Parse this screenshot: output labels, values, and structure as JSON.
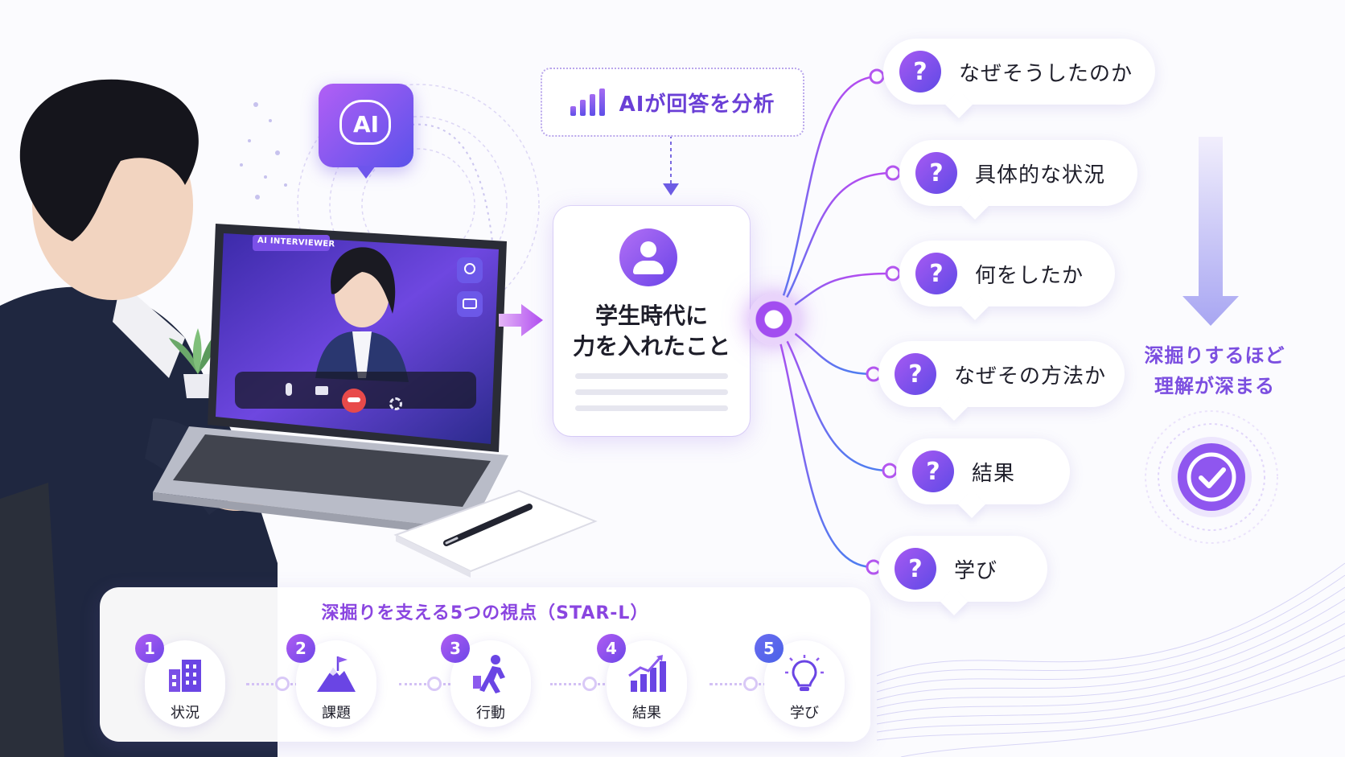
{
  "analysis": {
    "label": "AIが回答を分析",
    "icon": "bar-chart-icon"
  },
  "ai_badge": {
    "text": "AI",
    "icon": "ai-brain-icon"
  },
  "laptop": {
    "tag": "AI INTERVIEWER",
    "controls": [
      "microphone-icon",
      "camera-icon",
      "hang-up-icon",
      "settings-icon"
    ],
    "side_icons": [
      "user-icon",
      "chat-icon"
    ]
  },
  "center_card": {
    "title_line1": "学生時代に",
    "title_line2": "力を入れたこと",
    "icon": "user-icon"
  },
  "questions": [
    {
      "label": "なぜそうしたのか",
      "icon": "question-icon"
    },
    {
      "label": "具体的な状況",
      "icon": "question-icon"
    },
    {
      "label": "何をしたか",
      "icon": "question-icon"
    },
    {
      "label": "なぜその方法か",
      "icon": "question-icon"
    },
    {
      "label": "結果",
      "icon": "question-icon"
    },
    {
      "label": "学び",
      "icon": "question-icon"
    }
  ],
  "depth": {
    "line1": "深掘りするほど",
    "line2": "理解が深まる",
    "icon": "check-circle-icon"
  },
  "star": {
    "title": "深掘りを支える5つの視点（STAR-L）",
    "steps": [
      {
        "num": "1",
        "label": "状況",
        "icon": "building-icon"
      },
      {
        "num": "2",
        "label": "課題",
        "icon": "mountain-flag-icon"
      },
      {
        "num": "3",
        "label": "行動",
        "icon": "person-pushing-icon"
      },
      {
        "num": "4",
        "label": "結果",
        "icon": "growth-chart-icon"
      },
      {
        "num": "5",
        "label": "学び",
        "icon": "lightbulb-icon"
      }
    ]
  },
  "colors": {
    "accent": "#7b4ee0",
    "purple": "#a659f2",
    "blue": "#5f4ae6",
    "ink": "#1e1e2a"
  }
}
